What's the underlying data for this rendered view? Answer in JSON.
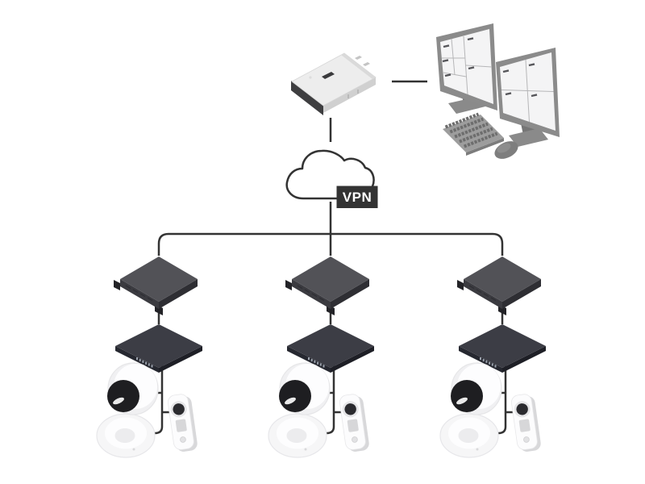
{
  "diagram": {
    "cloud": {
      "label": "VPN"
    },
    "colors": {
      "connector": "#333333",
      "label_bg": "#333333",
      "label_text": "#ffffff",
      "server_body": "#ededed",
      "recorder_body": "#525257",
      "switch_body": "#3c3d45",
      "camera_body": "#f6f6f7"
    },
    "nodes": {
      "server": "rack-server",
      "workstation": "dual-monitor-client-workstation",
      "vpn_cloud": "vpn-cloud",
      "sites": [
        {
          "name": "site-1",
          "devices": [
            "rack-recorder",
            "network-switch",
            "turret-camera",
            "dome-camera",
            "video-doorbell"
          ]
        },
        {
          "name": "site-2",
          "devices": [
            "rack-recorder",
            "network-switch",
            "turret-camera",
            "dome-camera",
            "video-doorbell"
          ]
        },
        {
          "name": "site-3",
          "devices": [
            "rack-recorder",
            "network-switch",
            "turret-camera",
            "dome-camera",
            "video-doorbell"
          ]
        }
      ]
    }
  }
}
